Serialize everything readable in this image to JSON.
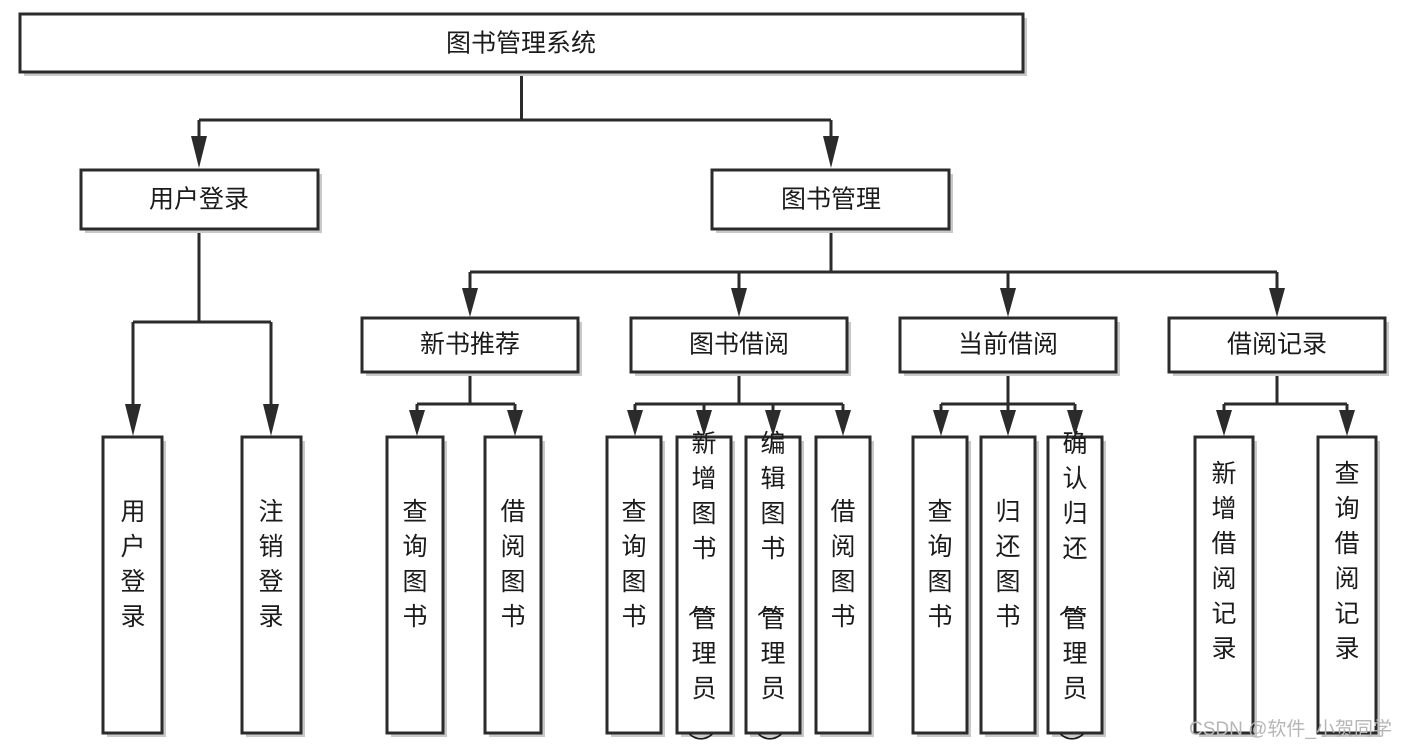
{
  "diagram": {
    "title": "图书管理系统",
    "type": "tree-hierarchy-chart",
    "root": {
      "id": "root",
      "label": "图书管理系统",
      "orientation": "horizontal"
    },
    "level1": [
      {
        "id": "user-login",
        "label": "用户登录",
        "orientation": "horizontal"
      },
      {
        "id": "book-manage",
        "label": "图书管理",
        "orientation": "horizontal"
      }
    ],
    "level2": [
      {
        "id": "new-book-rec",
        "label": "新书推荐",
        "parent": "book-manage",
        "orientation": "horizontal"
      },
      {
        "id": "book-borrow",
        "label": "图书借阅",
        "parent": "book-manage",
        "orientation": "horizontal"
      },
      {
        "id": "current-borrow",
        "label": "当前借阅",
        "parent": "book-manage",
        "orientation": "horizontal"
      },
      {
        "id": "borrow-record",
        "label": "借阅记录",
        "parent": "book-manage",
        "orientation": "horizontal"
      }
    ],
    "leaves": [
      {
        "id": "leaf-user-login",
        "label": "用户登录",
        "parent": "user-login",
        "orientation": "vertical"
      },
      {
        "id": "leaf-user-logout",
        "label": "注销登录",
        "parent": "user-login",
        "orientation": "vertical"
      },
      {
        "id": "leaf-query-book-1",
        "label": "查询图书",
        "parent": "new-book-rec",
        "orientation": "vertical"
      },
      {
        "id": "leaf-borrow-book-1",
        "label": "借阅图书",
        "parent": "new-book-rec",
        "orientation": "vertical"
      },
      {
        "id": "leaf-query-book-2",
        "label": "查询图书",
        "parent": "book-borrow",
        "orientation": "vertical"
      },
      {
        "id": "leaf-add-book",
        "label": "新增图书（管理员）",
        "parent": "book-borrow",
        "orientation": "vertical"
      },
      {
        "id": "leaf-edit-book",
        "label": "编辑图书（管理员）",
        "parent": "book-borrow",
        "orientation": "vertical"
      },
      {
        "id": "leaf-borrow-book-2",
        "label": "借阅图书",
        "parent": "book-borrow",
        "orientation": "vertical"
      },
      {
        "id": "leaf-query-book-3",
        "label": "查询图书",
        "parent": "current-borrow",
        "orientation": "vertical"
      },
      {
        "id": "leaf-return-book",
        "label": "归还图书",
        "parent": "current-borrow",
        "orientation": "vertical"
      },
      {
        "id": "leaf-confirm-return",
        "label": "确认归还（管理员）",
        "parent": "current-borrow",
        "orientation": "vertical"
      },
      {
        "id": "leaf-add-record",
        "label": "新增借阅记录",
        "parent": "borrow-record",
        "orientation": "vertical"
      },
      {
        "id": "leaf-query-record",
        "label": "查询借阅记录",
        "parent": "borrow-record",
        "orientation": "vertical"
      }
    ],
    "colors": {
      "node_fill": "#ffffff",
      "node_stroke": "#2b2b2b",
      "text": "#1b1b1b",
      "shadow": "#c9c9c9",
      "watermark": "#b6b6b6",
      "background": "#ffffff"
    }
  },
  "watermark": {
    "text": "CSDN @软件_小贺同学"
  }
}
